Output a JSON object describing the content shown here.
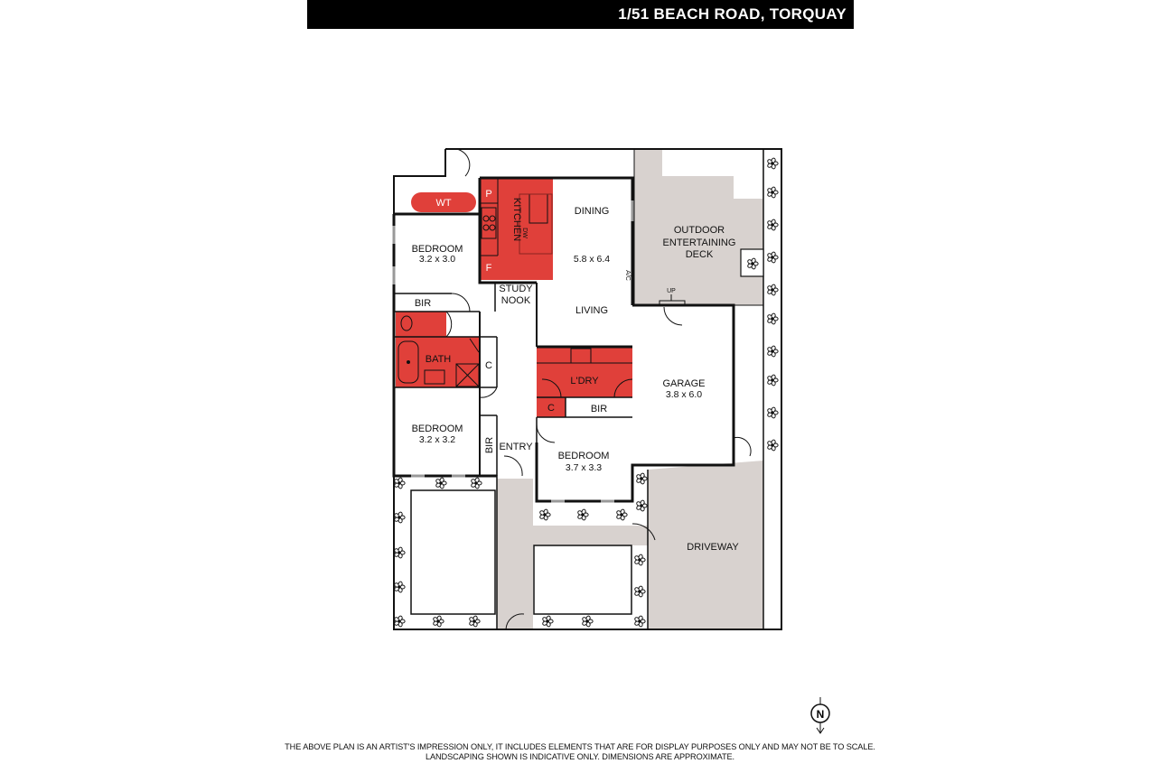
{
  "header": {
    "title": "1/51 BEACH ROAD, TORQUAY"
  },
  "rooms": {
    "wt": "WT",
    "p": "P",
    "f": "F",
    "kitchen": "KITCHEN",
    "dw": "DW",
    "dining": "DINING",
    "living_dim": "5.8 x 6.4",
    "living": "LIVING",
    "ac": "A/C",
    "bedroom1": "BEDROOM",
    "bedroom1_dim": "3.2 x 3.0",
    "bir1": "BIR",
    "study1": "STUDY",
    "study2": "NOOK",
    "bath": "BATH",
    "c1": "C",
    "bedroom2": "BEDROOM",
    "bedroom2_dim": "3.2 x 3.2",
    "bir2": "BIR",
    "entry": "ENTRY",
    "ldry": "L'DRY",
    "c2": "C",
    "bir3": "BIR",
    "bedroom3": "BEDROOM",
    "bedroom3_dim": "3.7 x 3.3",
    "deck1": "OUTDOOR",
    "deck2": "ENTERTAINING",
    "deck3": "DECK",
    "up": "UP",
    "garage": "GARAGE",
    "garage_dim": "3.8 x 6.0",
    "driveway": "DRIVEWAY"
  },
  "compass": {
    "label": "N"
  },
  "disclaimer": {
    "line1": "THE ABOVE PLAN IS AN ARTIST'S IMPRESSION ONLY, IT INCLUDES ELEMENTS THAT ARE FOR DISPLAY PURPOSES ONLY AND MAY NOT BE TO SCALE.",
    "line2": "LANDSCAPING SHOWN IS INDICATIVE ONLY. DIMENSIONS ARE APPROXIMATE."
  },
  "colors": {
    "wet_area": "#e0403a",
    "paving": "#d8d2cf",
    "wall": "#111111"
  }
}
